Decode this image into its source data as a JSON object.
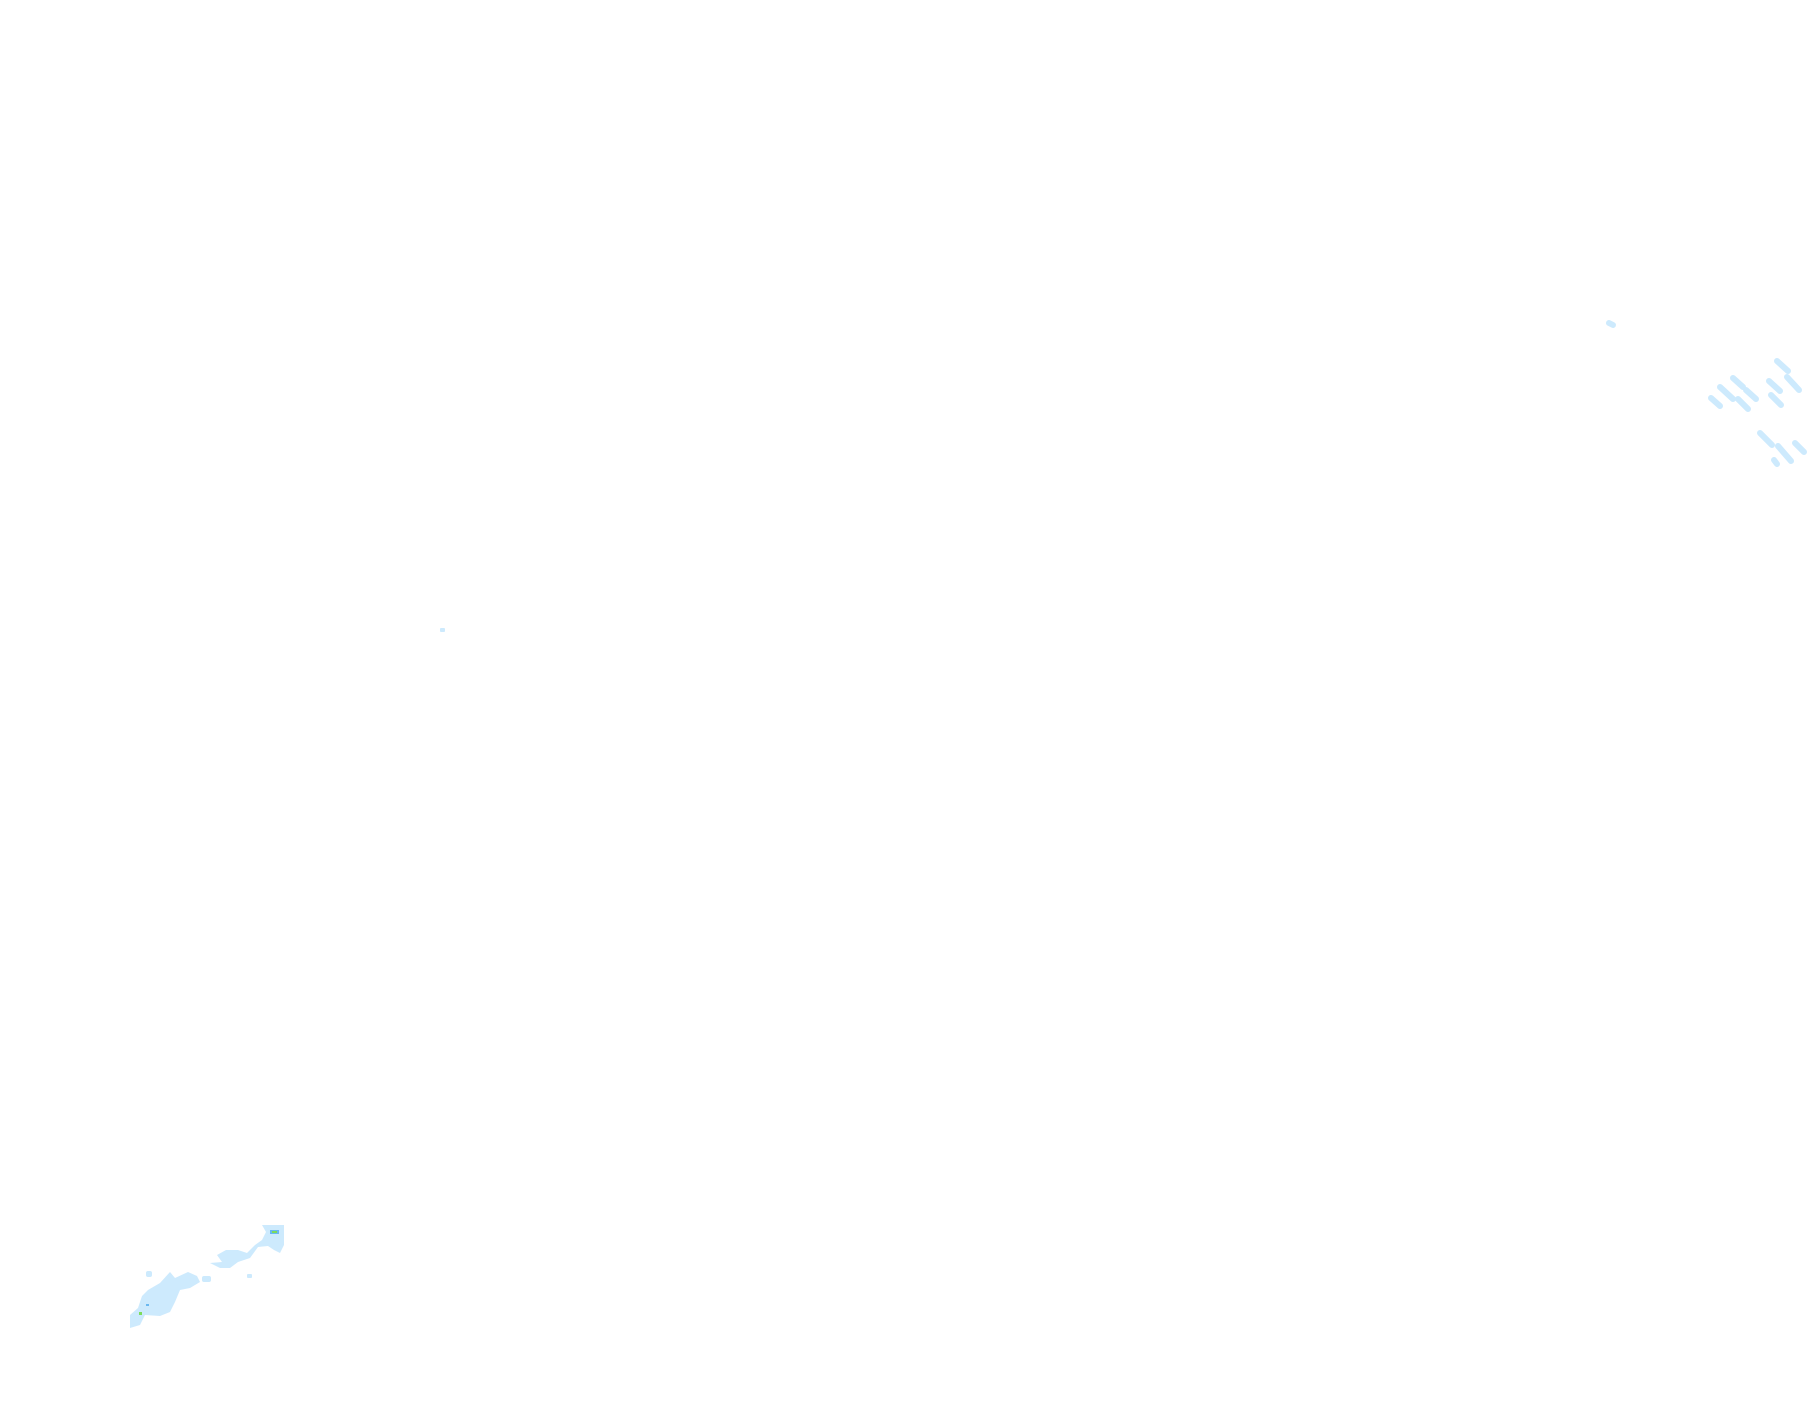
{
  "map": {
    "colors": {
      "background": "#ffffff",
      "land_low": "#cdeafd",
      "land_mid": "#6ab8f0",
      "land_high": "#7ddc5a"
    },
    "layers": [
      "land-low",
      "land-mid",
      "land-high"
    ]
  }
}
